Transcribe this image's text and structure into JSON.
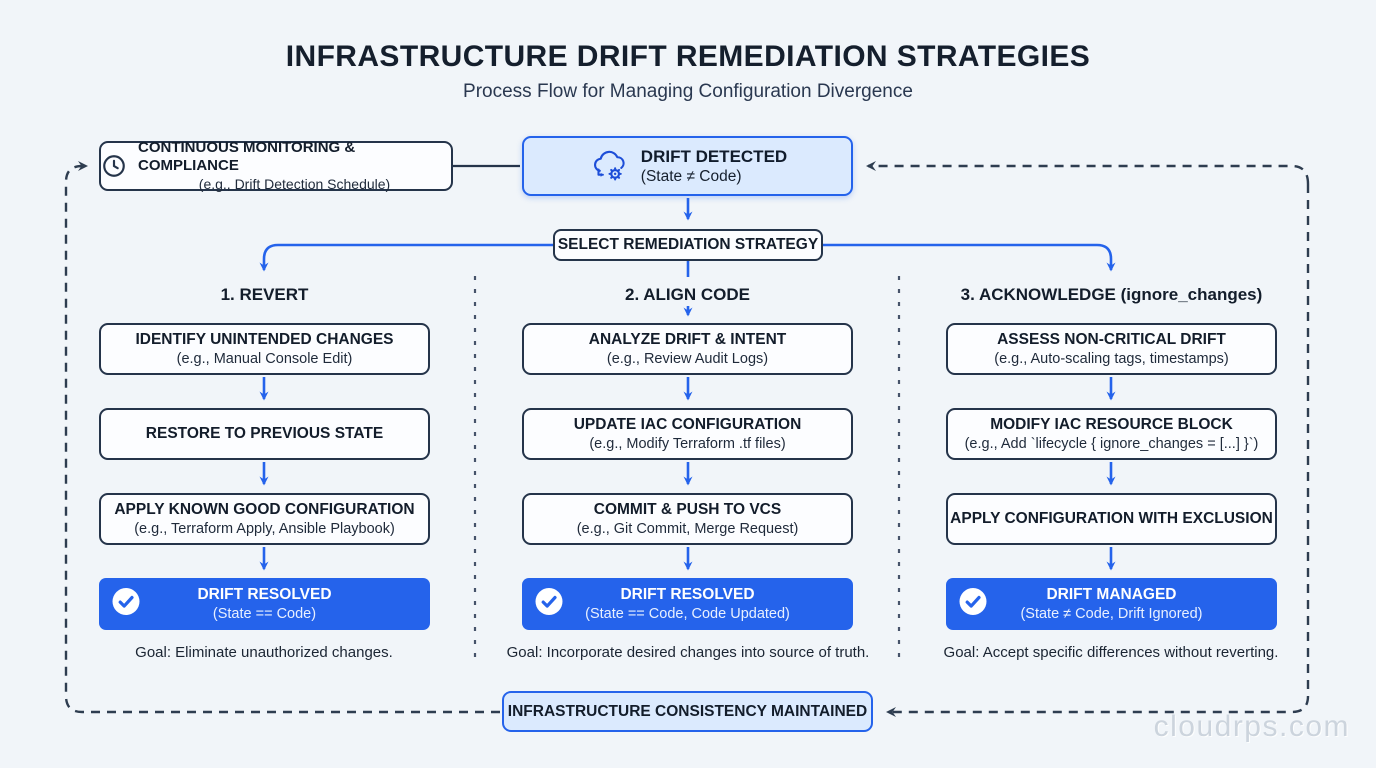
{
  "header": {
    "title": "INFRASTRUCTURE DRIFT REMEDIATION STRATEGIES",
    "subtitle": "Process Flow for Managing Configuration Divergence"
  },
  "top": {
    "monitoring": {
      "icon": "clock-icon",
      "title": "CONTINUOUS MONITORING & COMPLIANCE",
      "subtitle": "(e.g., Drift Detection Schedule)"
    },
    "drift_detected": {
      "icon": "cloud-gear-icon",
      "title": "DRIFT DETECTED",
      "subtitle": "(State ≠ Code)"
    },
    "select_strategy": "SELECT REMEDIATION STRATEGY"
  },
  "columns": [
    {
      "header": "1. REVERT",
      "steps": [
        {
          "title": "IDENTIFY UNINTENDED CHANGES",
          "subtitle": "(e.g., Manual Console Edit)"
        },
        {
          "title": "RESTORE TO PREVIOUS STATE",
          "subtitle": ""
        },
        {
          "title": "APPLY KNOWN GOOD CONFIGURATION",
          "subtitle": "(e.g., Terraform Apply, Ansible Playbook)"
        }
      ],
      "result": {
        "icon": "check-circle-icon",
        "title": "DRIFT RESOLVED",
        "subtitle": "(State == Code)"
      },
      "goal": "Goal: Eliminate unauthorized changes."
    },
    {
      "header": "2. ALIGN CODE",
      "steps": [
        {
          "title": "ANALYZE DRIFT & INTENT",
          "subtitle": "(e.g., Review Audit Logs)"
        },
        {
          "title": "UPDATE IAC CONFIGURATION",
          "subtitle": "(e.g., Modify Terraform .tf files)"
        },
        {
          "title": "COMMIT & PUSH TO VCS",
          "subtitle": "(e.g., Git Commit, Merge Request)"
        }
      ],
      "result": {
        "icon": "check-circle-icon",
        "title": "DRIFT RESOLVED",
        "subtitle": "(State == Code, Code Updated)"
      },
      "goal": "Goal: Incorporate desired changes into source of truth."
    },
    {
      "header": "3. ACKNOWLEDGE (ignore_changes)",
      "steps": [
        {
          "title": "ASSESS NON-CRITICAL DRIFT",
          "subtitle": "(e.g., Auto-scaling tags, timestamps)"
        },
        {
          "title": "MODIFY IAC RESOURCE BLOCK",
          "subtitle": "(e.g., Add `lifecycle { ignore_changes = [...] }`)"
        },
        {
          "title": "APPLY CONFIGURATION WITH EXCLUSION",
          "subtitle": ""
        }
      ],
      "result": {
        "icon": "check-circle-icon",
        "title": "DRIFT MANAGED",
        "subtitle": "(State ≠ Code, Drift Ignored)"
      },
      "goal": "Goal: Accept specific differences without reverting."
    }
  ],
  "footer": {
    "consistency": "INFRASTRUCTURE CONSISTENCY MAINTAINED"
  },
  "watermark": "cloudrps.com",
  "colors": {
    "accent_blue": "#2563eb",
    "light_blue_fill": "#dbeafe",
    "node_border": "#25344a",
    "background": "#f1f5f9",
    "dashed_loop": "#2e3d50"
  }
}
